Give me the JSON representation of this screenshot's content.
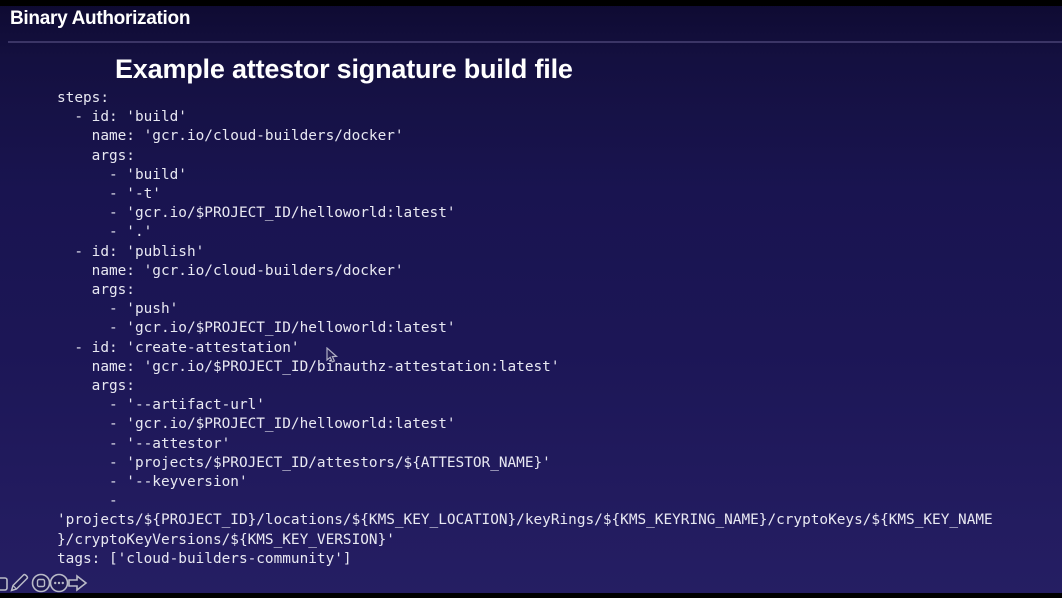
{
  "header": {
    "title": "Binary Authorization"
  },
  "slide": {
    "heading": "Example attestor signature build file",
    "code_lines": [
      "steps:",
      "  - id: 'build'",
      "    name: 'gcr.io/cloud-builders/docker'",
      "    args:",
      "      - 'build'",
      "      - '-t'",
      "      - 'gcr.io/$PROJECT_ID/helloworld:latest'",
      "      - '.'",
      "  - id: 'publish'",
      "    name: 'gcr.io/cloud-builders/docker'",
      "    args:",
      "      - 'push'",
      "      - 'gcr.io/$PROJECT_ID/helloworld:latest'",
      "  - id: 'create-attestation'",
      "    name: 'gcr.io/$PROJECT_ID/binauthz-attestation:latest'",
      "    args:",
      "      - '--artifact-url'",
      "      - 'gcr.io/$PROJECT_ID/helloworld:latest'",
      "      - '--attestor'",
      "      - 'projects/$PROJECT_ID/attestors/${ATTESTOR_NAME}'",
      "      - '--keyversion'",
      "      -",
      "'projects/${PROJECT_ID}/locations/${KMS_KEY_LOCATION}/keyRings/${KMS_KEYRING_NAME}/cryptoKeys/${KMS_KEY_NAME",
      "}/cryptoKeyVersions/${KMS_KEY_VERSION}'",
      "tags: ['cloud-builders-community']"
    ]
  },
  "toolbar": {
    "icons": [
      "slide-thumbnail-icon",
      "pen-icon",
      "screen-circle-button",
      "more-options-button",
      "next-arrow-button"
    ]
  },
  "colors": {
    "background_top": "#0e0a31",
    "background_mid": "#191450",
    "background_bottom": "#251e63",
    "heading_text": "#ffffff",
    "code_text": "#e8e8f2",
    "divider": "#3b3566",
    "toolbar_icon": "#b9bac8"
  }
}
